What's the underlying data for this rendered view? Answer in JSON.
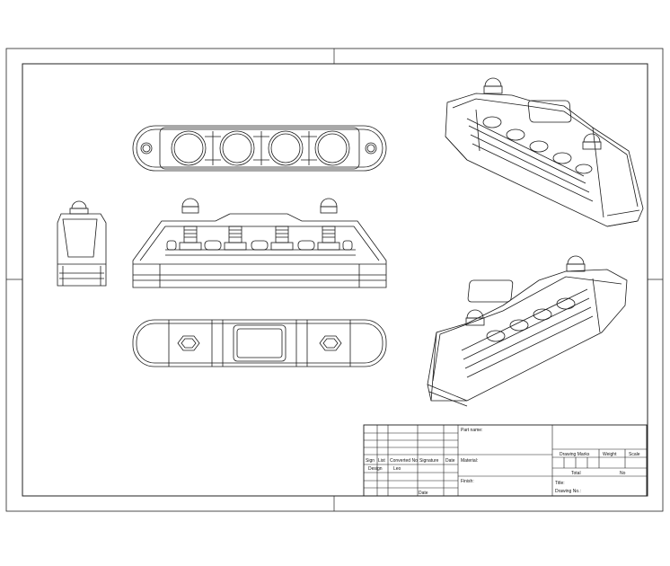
{
  "title_block": {
    "part_name": "Part name:",
    "drawing_marks": "Drawing Marks",
    "weight": "Weight",
    "scale": "Scale",
    "sign": "Sign",
    "list": "List",
    "converted_no": "Converted No",
    "signature": "Signature",
    "date": "Date",
    "material": "Material:",
    "design": "Design",
    "designer": "Leo",
    "total": "Total",
    "no": "No",
    "finish": "Finish:",
    "title": "Title:",
    "drawing_no": "Drawing No.:",
    "date_bottom": "Date"
  },
  "colors": {
    "line": "#1a1a1a",
    "paper": "#ffffff"
  }
}
